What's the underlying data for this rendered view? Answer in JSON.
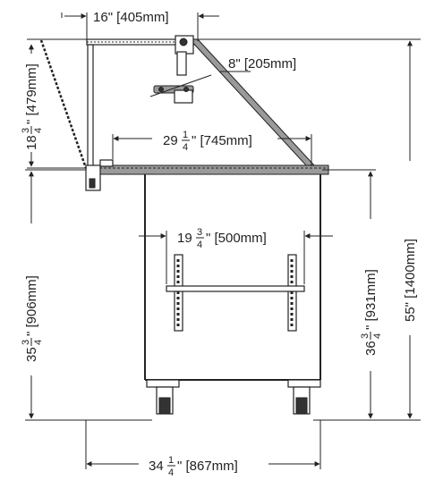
{
  "dimensions": {
    "top_width": {
      "whole": "16",
      "num": "",
      "den": "",
      "tail": "\" [405mm]"
    },
    "shelf_offset": {
      "whole": "8",
      "num": "",
      "den": "",
      "tail": "\" [205mm]"
    },
    "glass_height": {
      "whole": "18",
      "num": "3",
      "den": "4",
      "tail": "\" [479mm]"
    },
    "counter_depth": {
      "whole": "29",
      "num": "1",
      "den": "4",
      "tail": "\" [745mm]"
    },
    "shelf_width": {
      "whole": "19",
      "num": "3",
      "den": "4",
      "tail": "\" [500mm]"
    },
    "counter_height": {
      "whole": "35",
      "num": "3",
      "den": "4",
      "tail": "\" [906mm]"
    },
    "cabinet_height": {
      "whole": "36",
      "num": "3",
      "den": "4",
      "tail": "\" [931mm]"
    },
    "overall_height": {
      "whole": "55",
      "num": "",
      "den": "",
      "tail": "\" [1400mm]"
    },
    "overall_depth": {
      "whole": "34",
      "num": "1",
      "den": "4",
      "tail": "\" [867mm]"
    }
  },
  "colors": {
    "line": "#222222",
    "panel": "#9a9a9a",
    "background": "#ffffff"
  }
}
